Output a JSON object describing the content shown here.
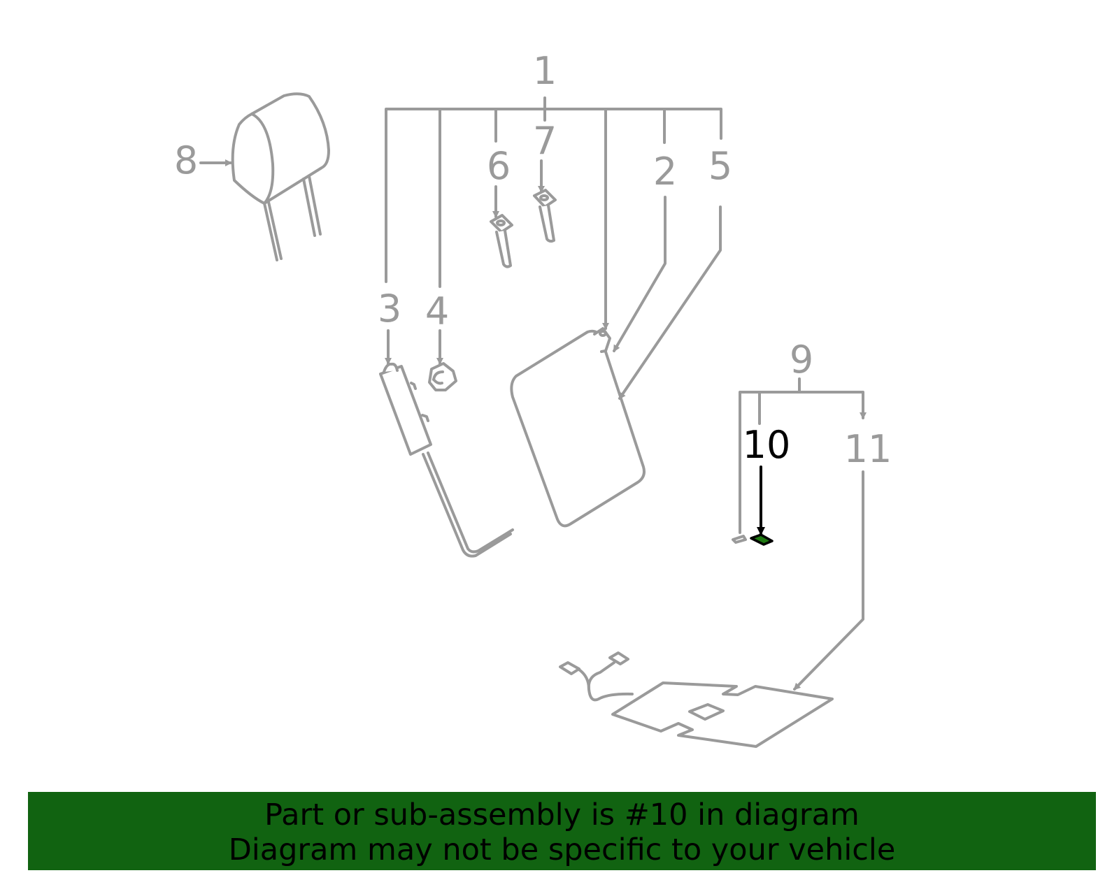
{
  "labels": {
    "1": "1",
    "2": "2",
    "3": "3",
    "4": "4",
    "5": "5",
    "6": "6",
    "7": "7",
    "8": "8",
    "9": "9",
    "10": "10",
    "11": "11"
  },
  "highlighted_part": "10",
  "colors": {
    "line": "#9a9a9a",
    "highlight": "#000000",
    "highlight_fill": "#1f7a12",
    "banner": "#116311"
  },
  "banner": {
    "line1": "Part or sub-assembly is #10 in diagram",
    "line2": "Diagram may not be specific to your vehicle"
  }
}
